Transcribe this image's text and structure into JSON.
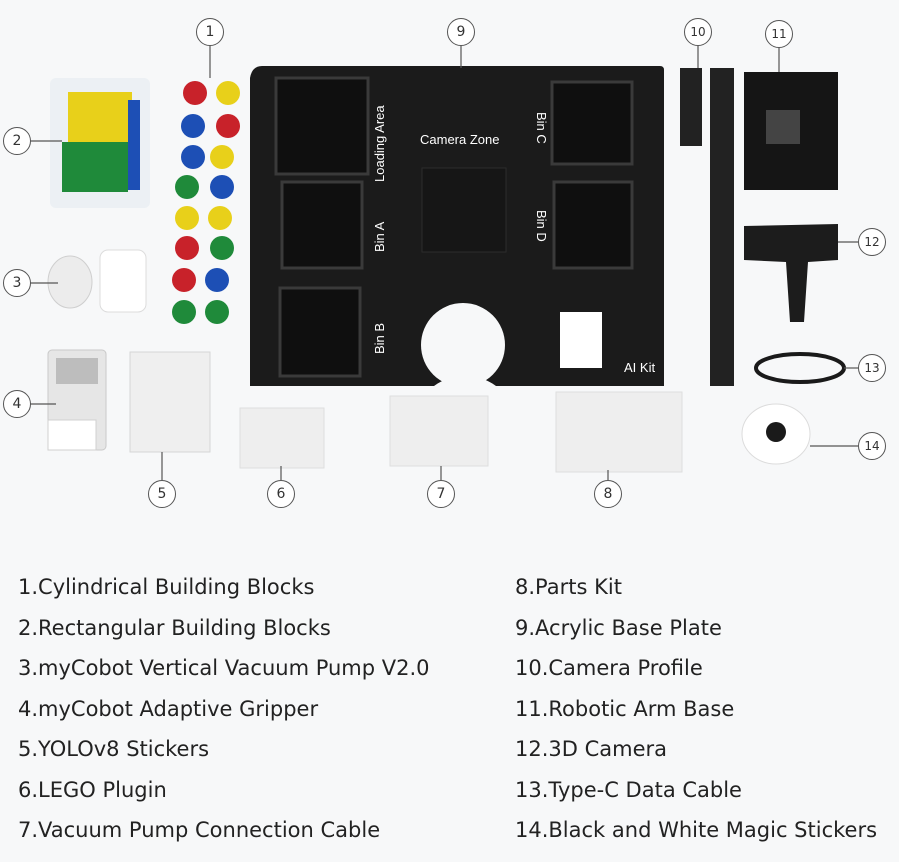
{
  "callouts": [
    "1",
    "2",
    "3",
    "4",
    "5",
    "6",
    "7",
    "8",
    "9",
    "10",
    "11",
    "12",
    "13",
    "14"
  ],
  "plate": {
    "loading_area": "Loading Area",
    "camera_zone": "Camera Zone",
    "bin_a": "Bin A",
    "bin_b": "Bin B",
    "bin_c": "Bin C",
    "bin_d": "Bin D",
    "ai_kit": "AI Kit"
  },
  "legend_left": [
    "1.Cylindrical Building Blocks",
    "2.Rectangular Building Blocks",
    "3.myCobot Vertical Vacuum Pump V2.0",
    "4.myCobot Adaptive Gripper",
    "5.YOLOv8 Stickers",
    "6.LEGO Plugin",
    "7.Vacuum Pump Connection Cable"
  ],
  "legend_right": [
    "8.Parts Kit",
    "9.Acrylic Base Plate",
    "10.Camera Profile",
    "11.Robotic Arm Base",
    "12.3D Camera",
    "13.Type-C Data Cable",
    "14.Black and White Magic Stickers"
  ],
  "colors": {
    "background": "#f7f8f9",
    "plate": "#1b1b1b",
    "block_red": "#c8222a",
    "block_yellow": "#e8d01a",
    "block_blue": "#1d4fb5",
    "block_green": "#1f8a3a"
  }
}
